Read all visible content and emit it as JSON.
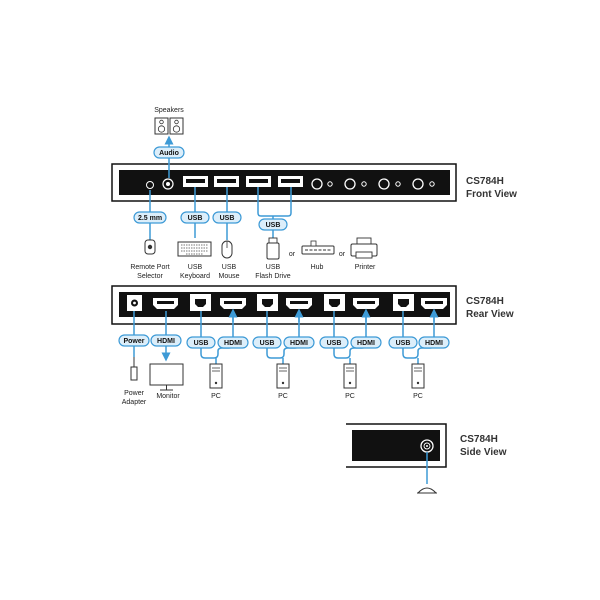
{
  "front": {
    "model": "CS784H",
    "view": "Front View"
  },
  "rear": {
    "model": "CS784H",
    "view": "Rear View"
  },
  "side": {
    "model": "CS784H",
    "view": "Side View"
  },
  "tags": {
    "audio": "Audio",
    "mm25": "2.5 mm",
    "usb": "USB",
    "hdmi": "HDMI",
    "power": "Power"
  },
  "devices": {
    "speakers": "Speakers",
    "remote_port_selector": [
      "Remote Port",
      "Selector"
    ],
    "usb_keyboard": [
      "USB",
      "Keyboard"
    ],
    "usb_mouse": [
      "USB",
      "Mouse"
    ],
    "usb_flash_drive": [
      "USB",
      "Flash Drive"
    ],
    "or": "or",
    "hub": "Hub",
    "printer": "Printer",
    "power_adapter": [
      "Power",
      "Adapter"
    ],
    "monitor": "Monitor",
    "pc": "PC"
  },
  "colors": {
    "connector": "#3d9ad6",
    "tag_fill": "#dceefa",
    "panel": "#111111"
  }
}
